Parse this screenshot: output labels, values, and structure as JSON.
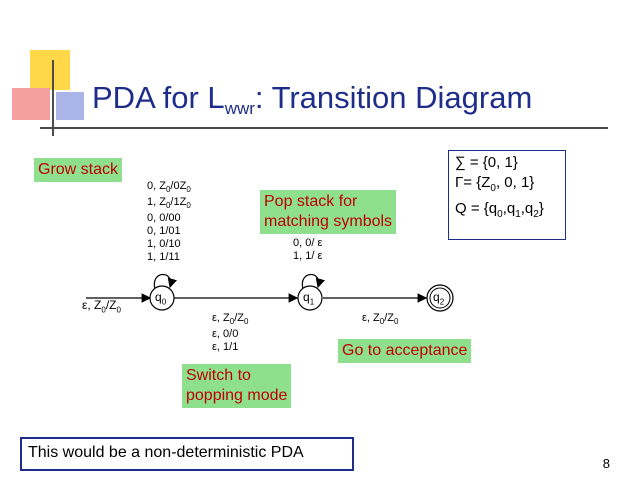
{
  "title": {
    "main": "PDA for L",
    "sub": "wwr",
    "tail": ": Transition Diagram"
  },
  "callouts": {
    "grow_stack": "Grow stack",
    "pop_stack_line1": "Pop stack for",
    "pop_stack_line2": "matching symbols",
    "switch_line1": "Switch to",
    "switch_line2": "popping mode",
    "go_accept": "Go to acceptance"
  },
  "states": {
    "q0": "q",
    "q0_sub": "0",
    "q1": "q",
    "q1_sub": "1",
    "q2": "q",
    "q2_sub": "2"
  },
  "definitions": {
    "sigma_line": "∑ = {0, 1}",
    "gamma_line_a": "Γ= {Z",
    "gamma_line_b": ", 0, 1}",
    "q_line_a": "Q = {q",
    "q_line_b": ",q",
    "q_line_c": ",q",
    "q_line_d": "}",
    "sub0": "0",
    "sub1": "1",
    "sub2": "2"
  },
  "note": "This would be a non-deterministic PDA",
  "page_number": "8",
  "colors": {
    "title": "#1f2d8a",
    "callout_bg": "#8ee08e",
    "callout_text": "#c00000",
    "box_border": "#1f2d8a"
  }
}
